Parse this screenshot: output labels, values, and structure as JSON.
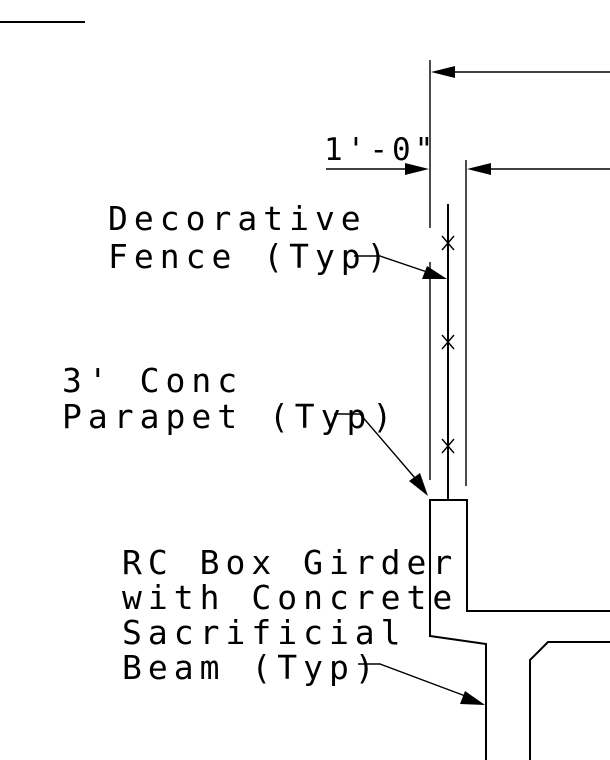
{
  "drawing": {
    "dimension_label": "1'-0\"",
    "labels": {
      "fence": {
        "line1": "Decorative",
        "line2": "Fence (Typ)"
      },
      "parapet": {
        "line1": "3' Conc",
        "line2": "Parapet (Typ)"
      },
      "girder": {
        "line1": "RC Box Girder",
        "line2": "with Concrete",
        "line3": "Sacrificial",
        "line4": "Beam (Typ)"
      }
    },
    "colors": {
      "line": "#000000",
      "background": "#ffffff"
    }
  }
}
